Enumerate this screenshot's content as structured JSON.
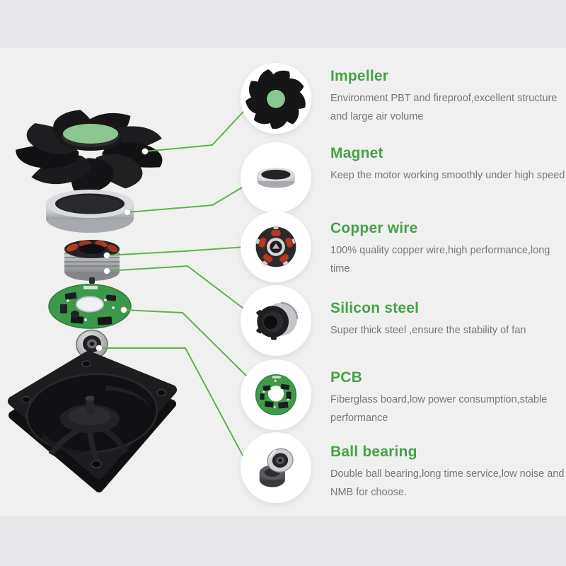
{
  "theme": {
    "accent_green": "#44a344",
    "connector_line_green": "#5db249",
    "description_gray": "#76777a",
    "background": "#f0f0f1",
    "band_gray": "#e8e8ea",
    "thumb_background": "#ffffff",
    "impeller_hub_green": "#8cc690"
  },
  "parts": [
    {
      "id": "impeller",
      "title": "Impeller",
      "description": "Environment PBT and fireproof,excellent structure and large air volume",
      "icon": "impeller-icon"
    },
    {
      "id": "magnet",
      "title": "Magnet",
      "description": "Keep the motor working smoothly under high speed",
      "icon": "magnet-ring-icon"
    },
    {
      "id": "copper-wire",
      "title": "Copper wire",
      "description": "100% quality copper wire,high performance,long time",
      "icon": "copper-rotor-icon"
    },
    {
      "id": "silicon-steel",
      "title": "Silicon steel",
      "description": "Super thick steel ,ensure the stability of fan",
      "icon": "silicon-steel-icon"
    },
    {
      "id": "pcb",
      "title": "PCB",
      "description": "Fiberglass board,low power consumption,stable performance",
      "icon": "pcb-icon"
    },
    {
      "id": "ball-bearing",
      "title": "Ball bearing",
      "description": "Double ball bearing,long time service,low noise and NMB for choose.",
      "icon": "ball-bearing-icon"
    }
  ]
}
